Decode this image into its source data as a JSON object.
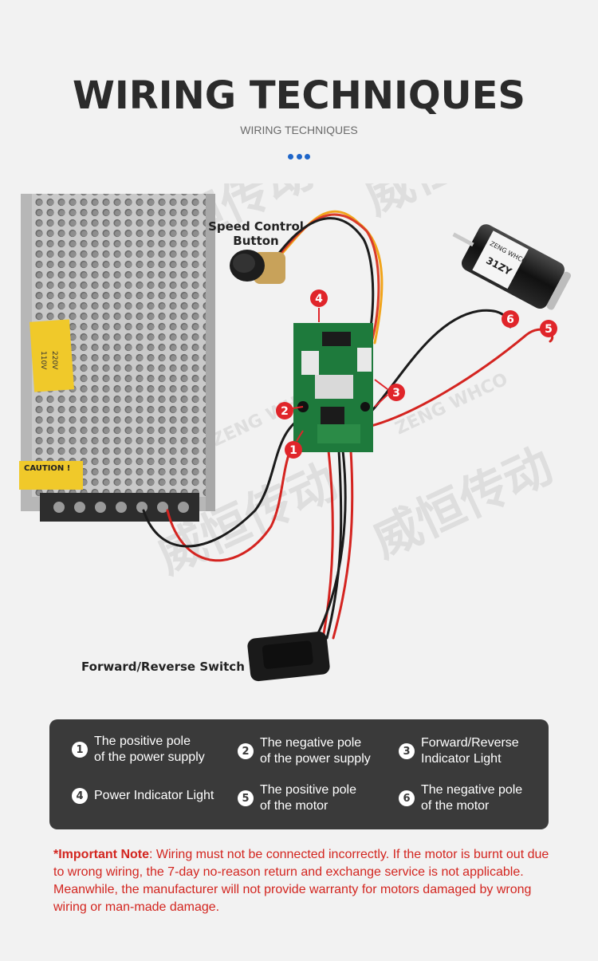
{
  "header": {
    "title": "WIRING TECHNIQUES",
    "subtitle": "WIRING TECHNIQUES"
  },
  "watermark": {
    "brand_cn": "威恒传动",
    "brand_en": "ZENG WHCO"
  },
  "photo": {
    "speed_control_label_line1": "Speed Control",
    "speed_control_label_line2": "Button",
    "switch_label": "Forward/Reverse Switch",
    "psu_sticker_line1": "110V",
    "psu_sticker_line2": "220V",
    "psu_caution": "CAUTION !",
    "motor_label_brand": "ZENG WHCO",
    "motor_label_model": "31ZY",
    "markers": [
      "1",
      "2",
      "3",
      "4",
      "5",
      "6"
    ]
  },
  "legend": {
    "items": [
      {
        "num": "1",
        "text": "The positive pole\nof the power supply"
      },
      {
        "num": "2",
        "text": "The negative pole\nof the power supply"
      },
      {
        "num": "3",
        "text": "Forward/Reverse\nIndicator Light"
      },
      {
        "num": "4",
        "text": "Power Indicator Light"
      },
      {
        "num": "5",
        "text": "The positive pole\nof the motor"
      },
      {
        "num": "6",
        "text": "The negative pole\nof the motor"
      }
    ]
  },
  "note": {
    "prefix": "*Important Note",
    "body": ": Wiring must not be connected incorrectly. If the motor is burnt out due to wrong wiring, the 7-day no-reason return and exchange service is not applicable. Meanwhile, the manufacturer will not provide warranty for motors damaged by wrong wiring or man-made damage."
  },
  "colors": {
    "title": "#2b2b2b",
    "accent_dots": "#1f66c9",
    "marker_red": "#e0252a",
    "legend_bg": "#3a3a3a",
    "note_red": "#d3251f"
  }
}
